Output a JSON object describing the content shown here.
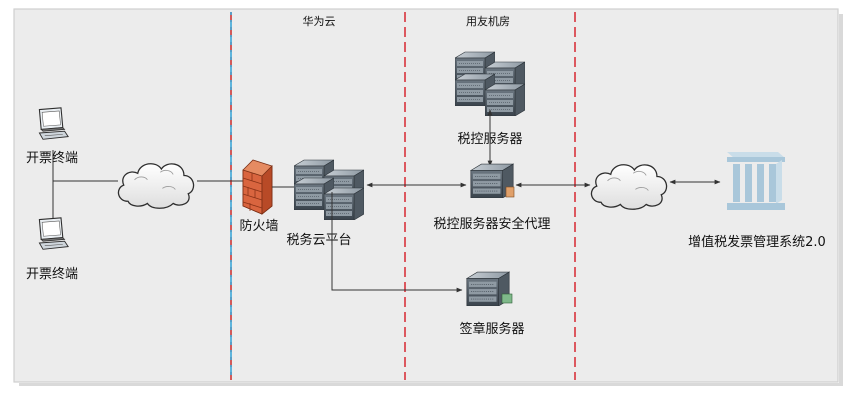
{
  "zones": {
    "huawei_cloud": "华为云",
    "yonyou_room": "用友机房"
  },
  "nodes": {
    "terminal_top": "开票终端",
    "terminal_bottom": "开票终端",
    "firewall": "防火墙",
    "tax_cloud": "税务云平台",
    "tax_server": "税控服务器",
    "tax_proxy": "税控服务器安全代理",
    "seal_server": "签章服务器",
    "vat_system": "增值税发票管理系统2.0"
  },
  "colors": {
    "background": "#ececec",
    "frame": "#d4d4d4",
    "zone_line_blue": "#3aa7d8",
    "zone_line_red": "#d8333c",
    "server_dark": "#4a5560",
    "server_light": "#9aa5ae",
    "firewall": "#d9653f",
    "cloud": "#ffffff",
    "vat_icon": "#a9c7da",
    "connector": "#333333"
  },
  "icons": {
    "terminal": "desktop-computer-icon",
    "cloud": "network-cloud-icon",
    "firewall": "brick-firewall-icon",
    "server": "rack-server-icon",
    "vat": "government-building-icon"
  }
}
